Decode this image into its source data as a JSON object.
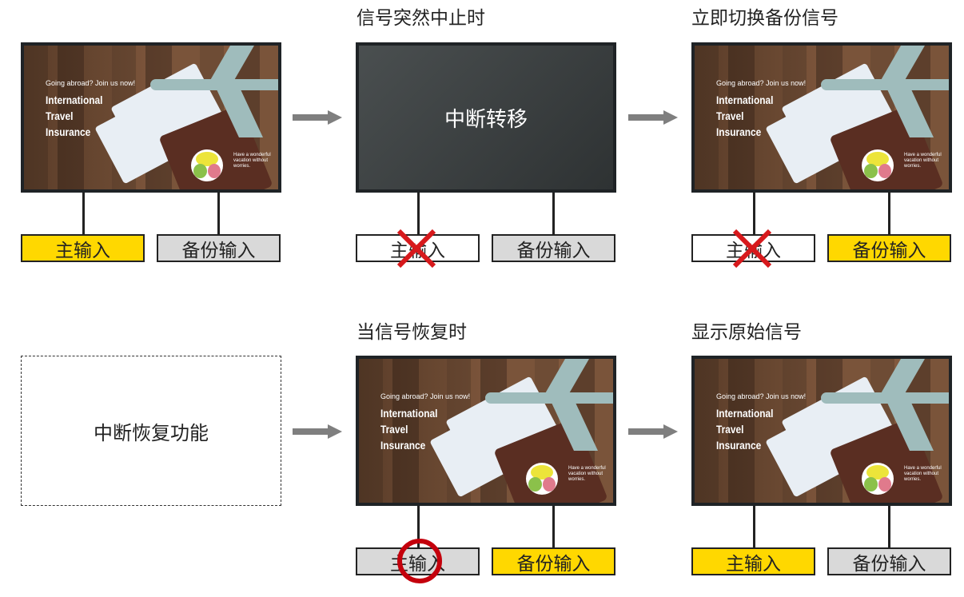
{
  "titles": [
    "信号突然中止时",
    "立即切换备份信号",
    "当信号恢复时",
    "显示原始信号"
  ],
  "blank_screen_text": "中断转移",
  "feature_label": "中断恢复功能",
  "poster": {
    "headline": "Going abroad? Join us now!",
    "title_lines": [
      "International",
      "Travel",
      "Insurance"
    ],
    "tagline": "Have a wonderful vacation without worries."
  },
  "inputs": {
    "main": "主输入",
    "backup": "备份输入"
  },
  "colors": {
    "active": "#ffd800",
    "inactive": "#d9d9d9",
    "failed": "#ffffff",
    "cross": "#d7191c",
    "recover_circle": "#c4000c",
    "arrow": "#7f7f7f"
  },
  "panels": [
    {
      "screen": "poster",
      "main_state": "active",
      "backup_state": "inactive",
      "mark": null
    },
    {
      "screen": "blank",
      "main_state": "failed",
      "backup_state": "inactive",
      "mark": "cross"
    },
    {
      "screen": "poster",
      "main_state": "failed",
      "backup_state": "active",
      "mark": "cross"
    },
    {
      "screen": "none",
      "main_state": null,
      "backup_state": null,
      "mark": null
    },
    {
      "screen": "poster",
      "main_state": "inactive",
      "backup_state": "active",
      "mark": "circle"
    },
    {
      "screen": "poster",
      "main_state": "active",
      "backup_state": "inactive",
      "mark": null
    }
  ]
}
